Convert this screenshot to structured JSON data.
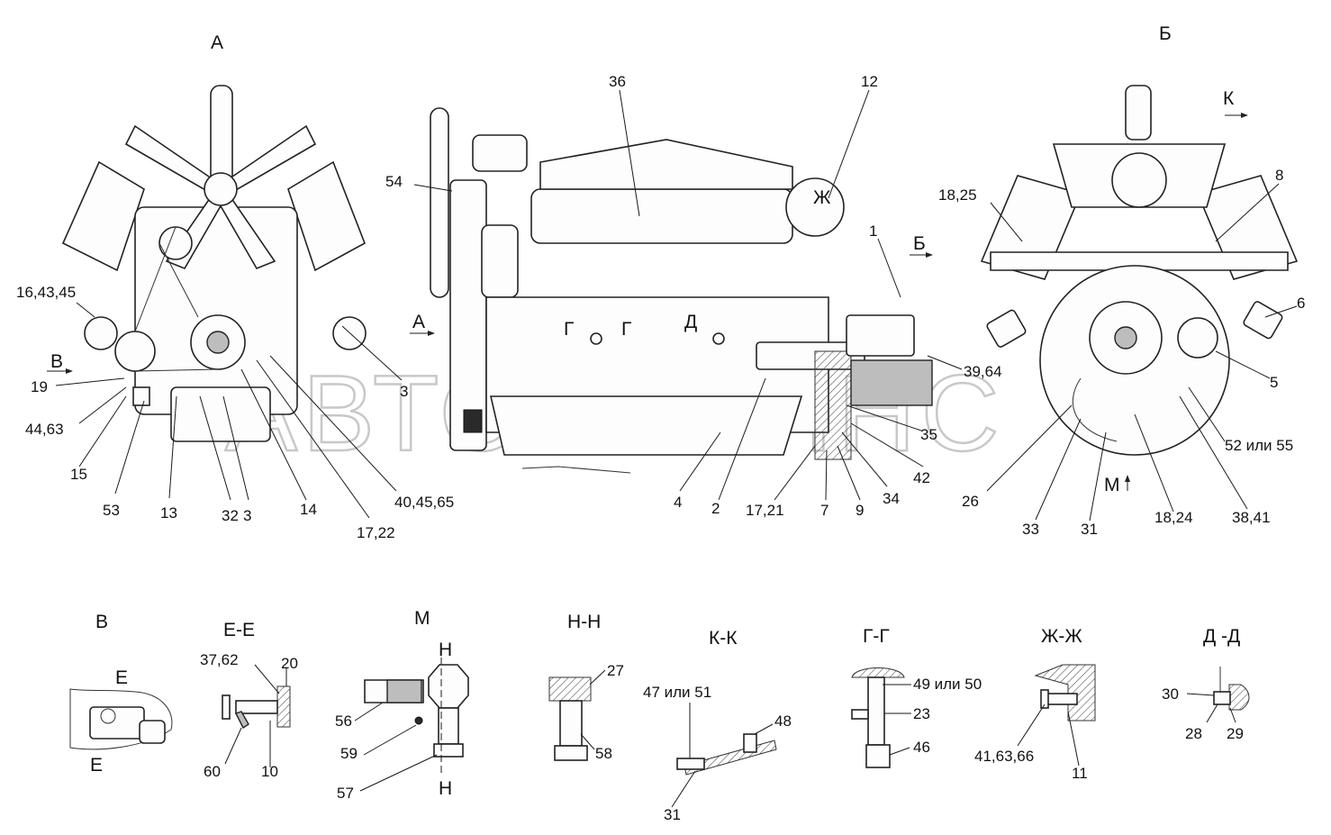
{
  "watermark": "АВТОАЛЬЯНС",
  "view_titles": {
    "front": "А",
    "rear": "Б",
    "detail_v": "В",
    "section_ee": "Е-Е",
    "detail_m": "М",
    "section_nn": "Н-Н",
    "section_kk": "К-К",
    "section_gg": "Г-Г",
    "section_zhzh": "Ж-Ж",
    "section_dd": "Д -Д"
  },
  "front_view_callouts": [
    "16,43,45",
    "19",
    "44,63",
    "15",
    "53",
    "13",
    "32",
    "3",
    "14",
    "17,22",
    "40,45,65",
    "3"
  ],
  "front_view_marks": [
    "В"
  ],
  "side_view_callouts": [
    "36",
    "12",
    "54",
    "1",
    "39,64",
    "35",
    "42",
    "34",
    "9",
    "7",
    "17,21",
    "2",
    "4"
  ],
  "side_view_marks": [
    "Б",
    "А",
    "Г",
    "Г",
    "Д",
    "Ж"
  ],
  "rear_view_callouts": [
    "18,25",
    "8",
    "6",
    "5",
    "52 или 55",
    "38,41",
    "18,24",
    "31",
    "33",
    "26"
  ],
  "rear_view_marks": [
    "К",
    "К",
    "М"
  ],
  "detail_v_marks": [
    "Е",
    "Е"
  ],
  "section_ee_callouts": [
    "37,62",
    "20",
    "60",
    "10"
  ],
  "detail_m_callouts": [
    "56",
    "59",
    "57"
  ],
  "detail_m_marks": [
    "Н",
    "Н"
  ],
  "section_nn_callouts": [
    "27",
    "58"
  ],
  "section_kk_callouts": [
    "47 или 51",
    "48",
    "31"
  ],
  "section_gg_callouts": [
    "49 или 50",
    "23",
    "46"
  ],
  "section_zhzh_callouts": [
    "41,63,66",
    "11"
  ],
  "section_dd_callouts": [
    "30",
    "28",
    "29"
  ]
}
